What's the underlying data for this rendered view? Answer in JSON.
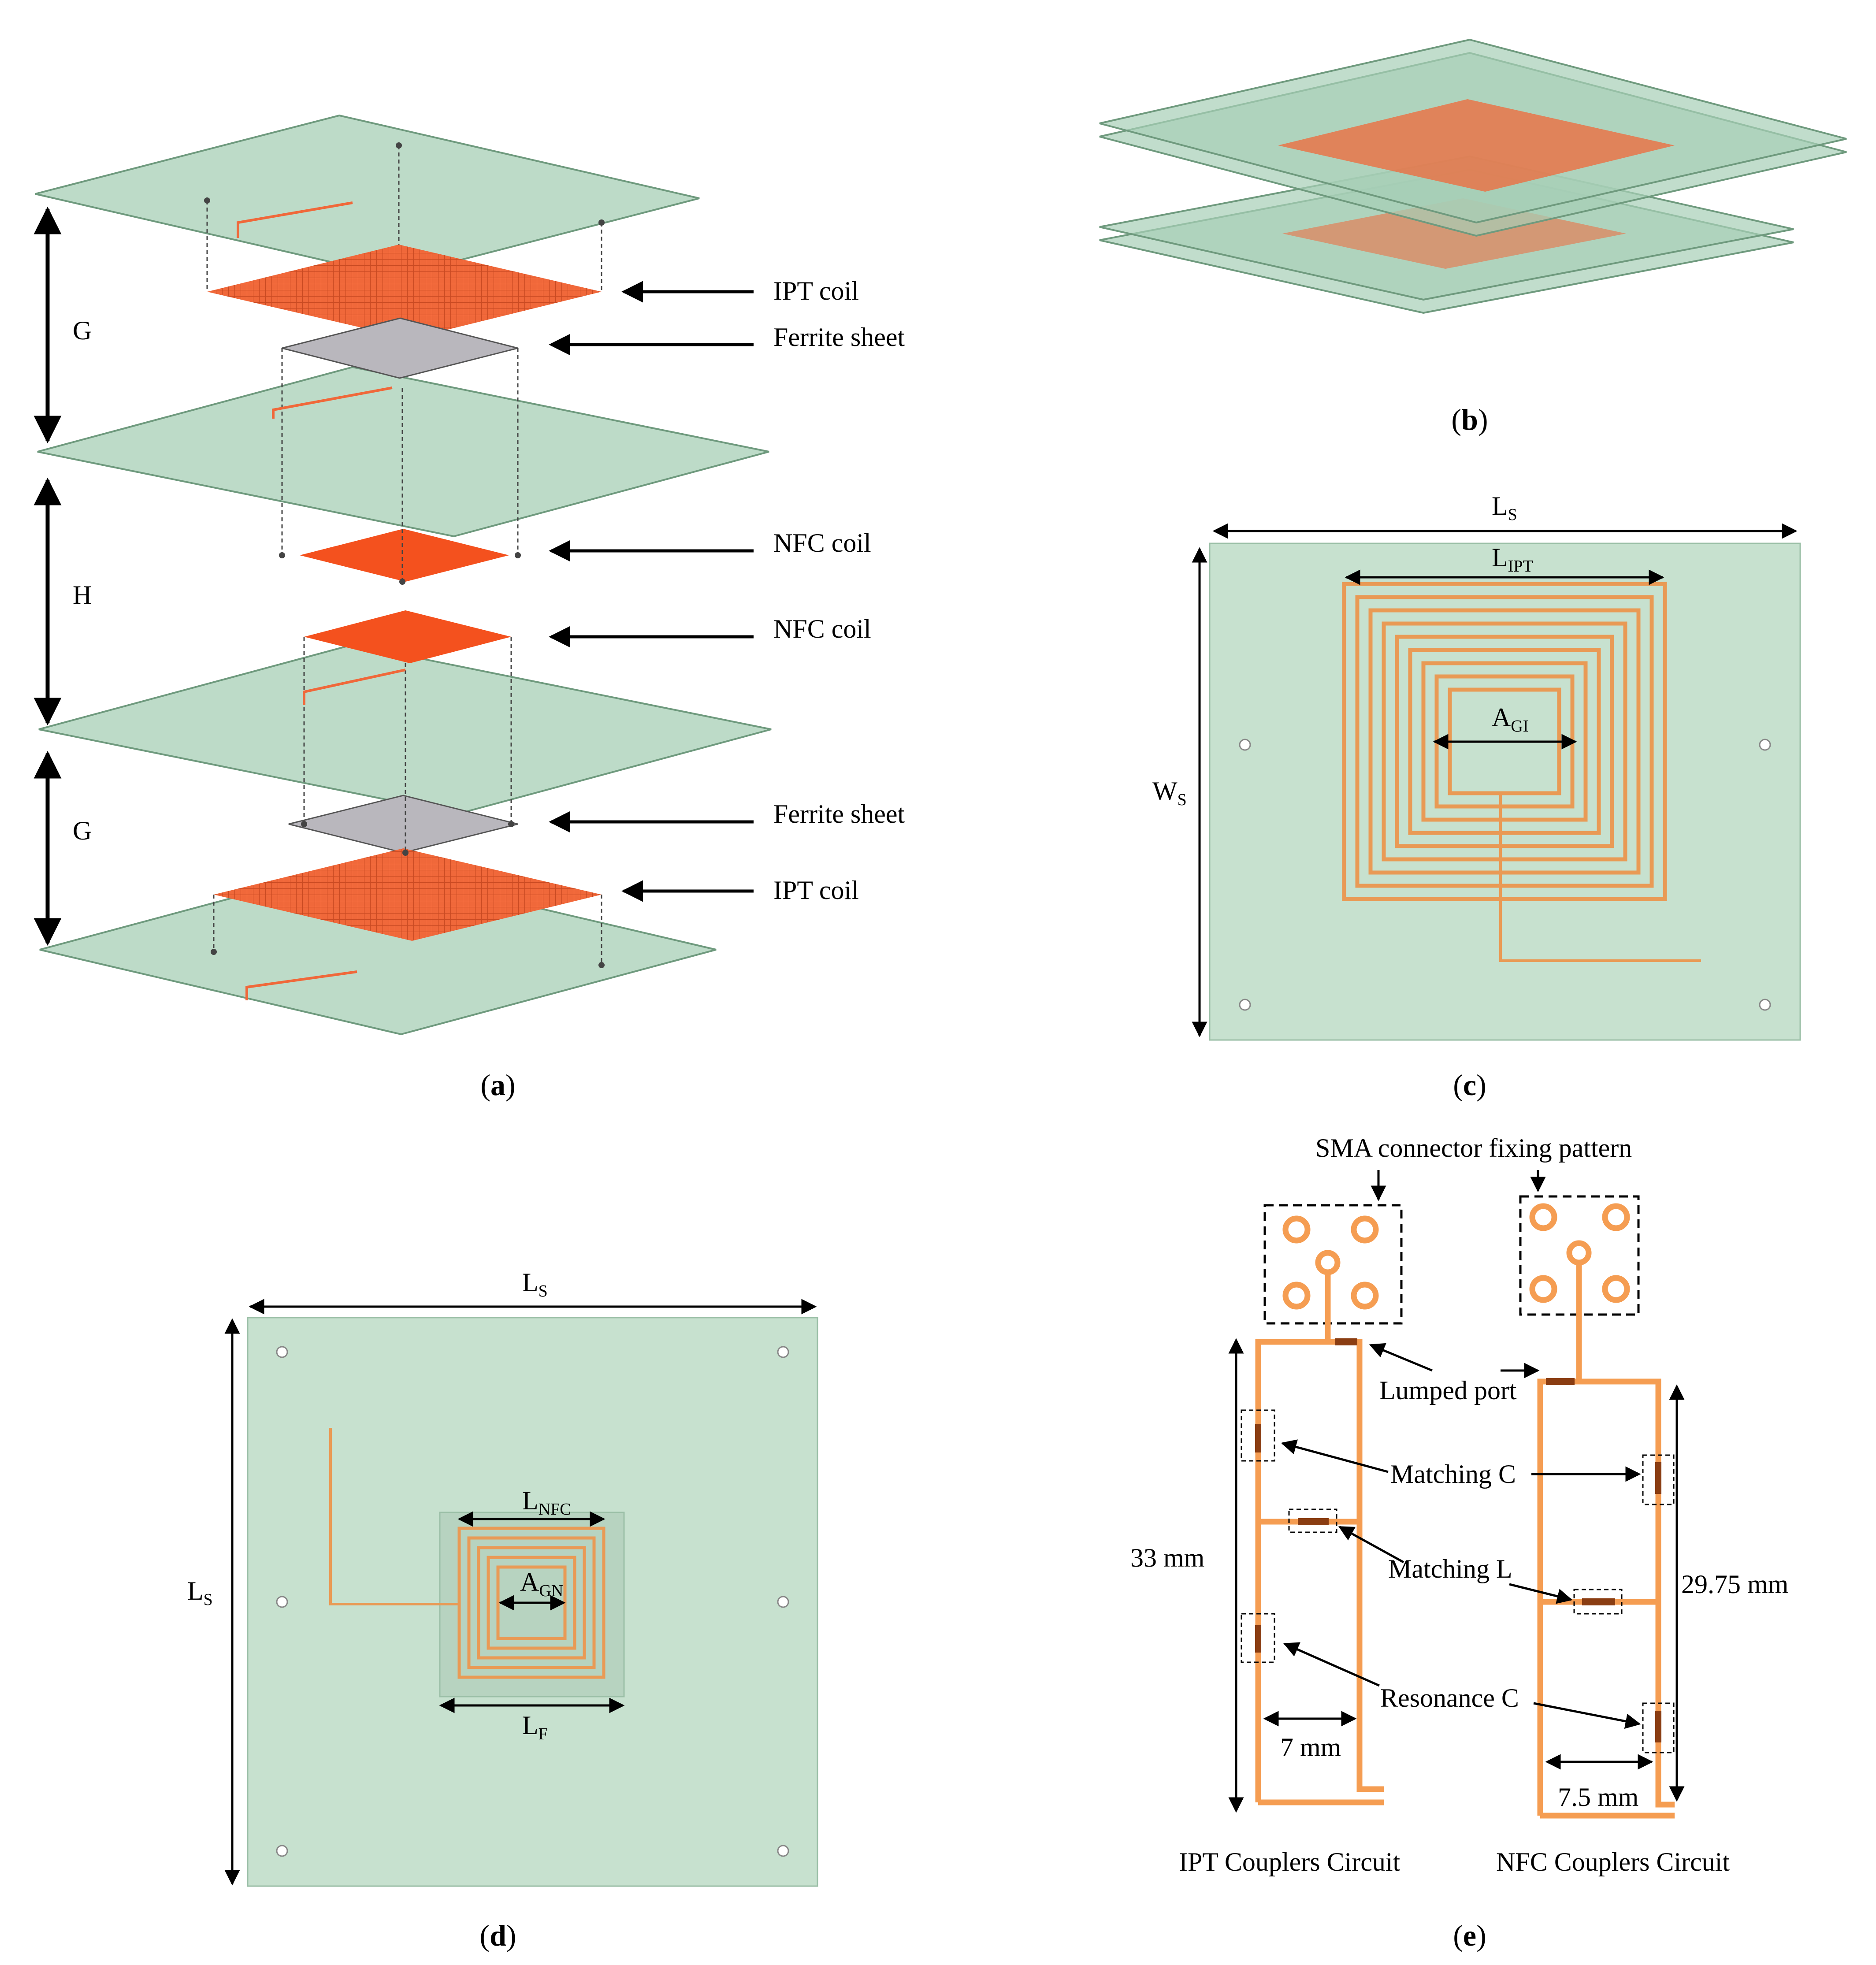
{
  "panels": {
    "a": {
      "caption_open": "(",
      "caption_letter": "a",
      "caption_close": ")",
      "labels": {
        "ipt_coil_top": "IPT coil",
        "ferrite_top": "Ferrite sheet",
        "nfc_coil_top": "NFC coil",
        "nfc_coil_bottom": "NFC coil",
        "ferrite_bottom": "Ferrite sheet",
        "ipt_coil_bottom": "IPT coil"
      },
      "dims": {
        "g_top": "G",
        "h": "H",
        "g_bottom": "G"
      }
    },
    "b": {
      "caption_open": "(",
      "caption_letter": "b",
      "caption_close": ")"
    },
    "c": {
      "caption_open": "(",
      "caption_letter": "c",
      "caption_close": ")",
      "ls_main": "L",
      "ls_sub": "S",
      "lipt_main": "L",
      "lipt_sub": "IPT",
      "agi_main": "A",
      "agi_sub": "GI",
      "ws_main": "W",
      "ws_sub": "S"
    },
    "d": {
      "caption_open": "(",
      "caption_letter": "d",
      "caption_close": ")",
      "ls_top_main": "L",
      "ls_top_sub": "S",
      "ls_left_main": "L",
      "ls_left_sub": "S",
      "lnfc_main": "L",
      "lnfc_sub": "NFC",
      "agn_main": "A",
      "agn_sub": "GN",
      "lf_main": "L",
      "lf_sub": "F"
    },
    "e": {
      "caption_open": "(",
      "caption_letter": "e",
      "caption_close": ")",
      "sma": "SMA connector fixing pattern",
      "lumped_port": "Lumped port",
      "matching_c": "Matching C",
      "matching_l": "Matching L",
      "resonance_c": "Resonance C",
      "dim_33": "33 mm",
      "dim_2975": "29.75 mm",
      "dim_7": "7 mm",
      "dim_75": "7.5 mm",
      "ipt_circuit": "IPT Couplers Circuit",
      "nfc_circuit": "NFC Couplers Circuit"
    }
  },
  "colors": {
    "board": "#a7cfb6",
    "board_edge": "#6f9a7e",
    "ipt_copper": "#f0683a",
    "nfc_copper": "#f4511e",
    "ferrite": "#b9b7bd",
    "trace_plan": "#e99a55",
    "trace_circuit": "#f59d52",
    "component": "#8a3d12"
  }
}
